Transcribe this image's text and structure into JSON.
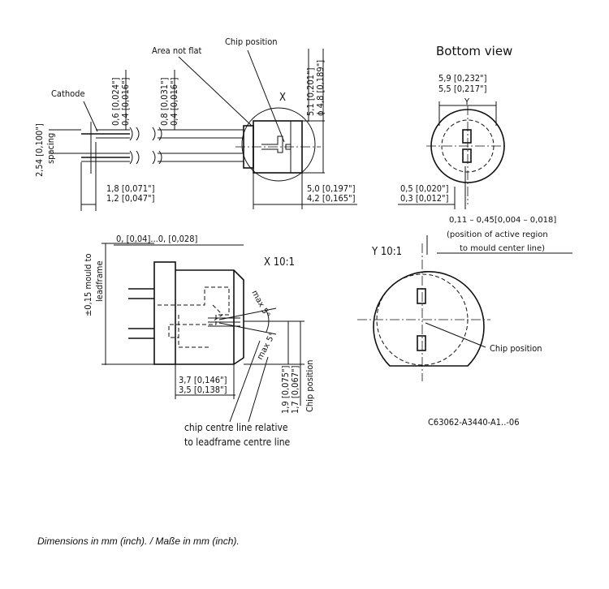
{
  "labels": {
    "cathode": "Cathode",
    "area_not_flat": "Area not flat",
    "chip_position_top": "Chip position",
    "x_marker": "X",
    "bottom_view": "Bottom view",
    "y_marker": "Y",
    "x_scale": "X 10:1",
    "y_scale": "Y 10:1",
    "chip_position_right": "Chip position",
    "part_number": "C63062-A3440-A1..-06",
    "chip_centre_line_1": "chip centre line relative",
    "chip_centre_line_2": "to leadframe centre line",
    "active_region_1": "0,11 – 0,45[0,004 – 0,018]",
    "active_region_2": "(position of active region",
    "active_region_3": "to mould center line)",
    "mould_to_leadframe_1": "±0,15 mould to",
    "mould_to_leadframe_2": "leadframe",
    "spacing_value": "2,54 [0,100\"]",
    "spacing_word": "spacing",
    "max_5_a": "max 5°",
    "max_5_b": "max 5°",
    "chip_position_vertical": "Chip position"
  },
  "dimensions": {
    "lead_a_1": "0,6 [0,024\"]",
    "lead_a_2": "0,4 [0,016\"]",
    "lead_b_1": "0,8 [0,031\"]",
    "lead_b_2": "0,4 [0,016\"]",
    "body_dia_1": "5,1 [0,201\"]",
    "body_dia_2": "ϕ 4,8 [0,189\"]",
    "lead_len_1": "1,8 [0,071\"]",
    "lead_len_2": "1,2 [0,047\"]",
    "body_len_1": "5,0 [0,197\"]",
    "body_len_2": "4,2 [0,165\"]",
    "bottom_w_1": "5,9 [0,232\"]",
    "bottom_w_2": "5,5 [0,217\"]",
    "bottom_off_1": "0,5 [0,020\"]",
    "bottom_off_2": "0,3 [0,012\"]",
    "detail_top": "0, [0,04]...0, [0,028]",
    "detail_len_1": "3,7 [0,146\"]",
    "detail_len_2": "3,5 [0,138\"]",
    "detail_chip_1": "1,9 [0,075\"]",
    "detail_chip_2": "1,7 [0,067\"]"
  },
  "footer": {
    "units_note": "Dimensions in mm (inch).  /  Maße in mm (inch)."
  }
}
